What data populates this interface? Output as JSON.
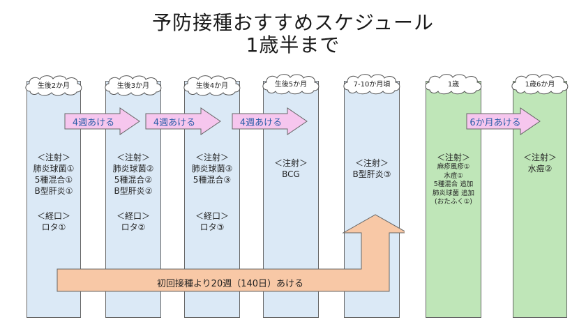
{
  "title": {
    "line1": "予防接種おすすめスケジュール",
    "line2": "1歳半まで"
  },
  "columns": [
    {
      "label": "生後2か月",
      "kind": "blue",
      "injection_header": "＜注射＞",
      "injections": [
        "肺炎球菌①",
        "5種混合①",
        "B型肝炎①"
      ],
      "oral_header": "＜経口＞",
      "oral": [
        "ロタ①"
      ]
    },
    {
      "label": "生後3か月",
      "kind": "blue",
      "injection_header": "＜注射＞",
      "injections": [
        "肺炎球菌②",
        "5種混合②",
        "B型肝炎②"
      ],
      "oral_header": "＜経口＞",
      "oral": [
        "ロタ②"
      ]
    },
    {
      "label": "生後4か月",
      "kind": "blue",
      "injection_header": "＜注射＞",
      "injections": [
        "肺炎球菌③",
        "5種混合③"
      ],
      "oral_header": "＜経口＞",
      "oral": [
        "ロタ③"
      ]
    },
    {
      "label": "生後5か月",
      "kind": "blue",
      "injection_header": "＜注射＞",
      "injections": [
        "BCG"
      ]
    },
    {
      "label": "7-10か月頃",
      "kind": "blue",
      "injection_header": "＜注射＞",
      "injections": [
        "B型肝炎③"
      ]
    },
    {
      "label": "1歳",
      "kind": "green",
      "injection_header": "＜注射＞",
      "injections": [
        "麻疹風疹①",
        "水痘①",
        "5種混合 追加",
        "肺炎球菌 追加",
        "(おたふく①)"
      ]
    },
    {
      "label": "1歳6か月",
      "kind": "green",
      "injection_header": "＜注射＞",
      "injections": [
        "水痘②"
      ]
    }
  ],
  "interval_arrows": [
    "4週あける",
    "4週あける",
    "4週あける",
    "6か月あける"
  ],
  "big_arrow_label": "初回接種より20週（140日）あける",
  "colors": {
    "blue_column": "#dbe9f6",
    "green_column": "#bfe6b8",
    "interval_arrow_fill": "#f6c6ee",
    "interval_arrow_text": "#2a5da8",
    "big_arrow_fill": "#f8c8a6"
  }
}
